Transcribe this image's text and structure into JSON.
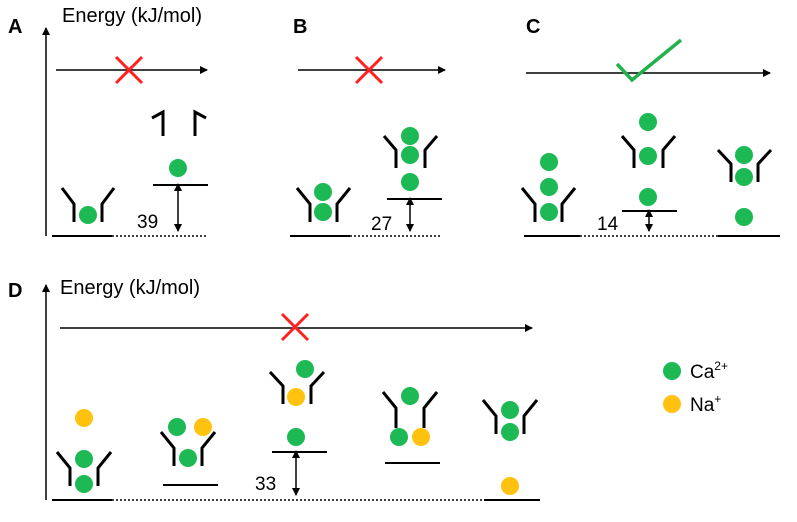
{
  "colors": {
    "ca_ion": "#1db954",
    "na_ion": "#ffc20e",
    "forbidden_cross": "#ff2020",
    "allowed_check": "#22b14c",
    "line": "#000000"
  },
  "legend": [
    {
      "ion": "Ca",
      "charge": "2+",
      "color_key": "ca_ion"
    },
    {
      "ion": "Na",
      "charge": "+",
      "color_key": "na_ion"
    }
  ],
  "panels": [
    {
      "id": "A",
      "letter": "A",
      "axis_title": "Energy (kJ/mol)",
      "verdict": "cross-icon",
      "states": [
        {
          "ions": [
            "Ca (bound)"
          ]
        },
        {
          "ions": [
            "Ca (below gate)"
          ]
        }
      ],
      "energy_gap": "39"
    },
    {
      "id": "B",
      "letter": "B",
      "axis_title": "",
      "verdict": "cross-icon",
      "states": [
        {
          "ions": [
            "Ca",
            "Ca"
          ]
        },
        {
          "ions": [
            "Ca",
            "Ca",
            "Ca (below)"
          ]
        }
      ],
      "energy_gap": "27"
    },
    {
      "id": "C",
      "letter": "C",
      "axis_title": "",
      "verdict": "check-icon",
      "states": [
        {
          "ions": [
            "Ca",
            "Ca",
            "Ca"
          ]
        },
        {
          "ions": [
            "Ca",
            "Ca",
            "Ca (below)"
          ]
        },
        {
          "ions": [
            "Ca",
            "Ca",
            "Ca (below)"
          ]
        }
      ],
      "energy_gap": "14"
    },
    {
      "id": "D",
      "letter": "D",
      "axis_title": "Energy (kJ/mol)",
      "verdict": "cross-icon",
      "states": [
        {
          "ions": [
            "Na",
            "Ca",
            "Ca"
          ]
        },
        {
          "ions": [
            "Ca",
            "Na",
            "Ca"
          ]
        },
        {
          "ions": [
            "Ca",
            "Na",
            "Ca (below)"
          ]
        },
        {
          "ions": [
            "Ca",
            "Ca",
            "Na"
          ]
        },
        {
          "ions": [
            "Ca",
            "Ca",
            "Na (below)"
          ]
        }
      ],
      "energy_gap": "33"
    }
  ]
}
